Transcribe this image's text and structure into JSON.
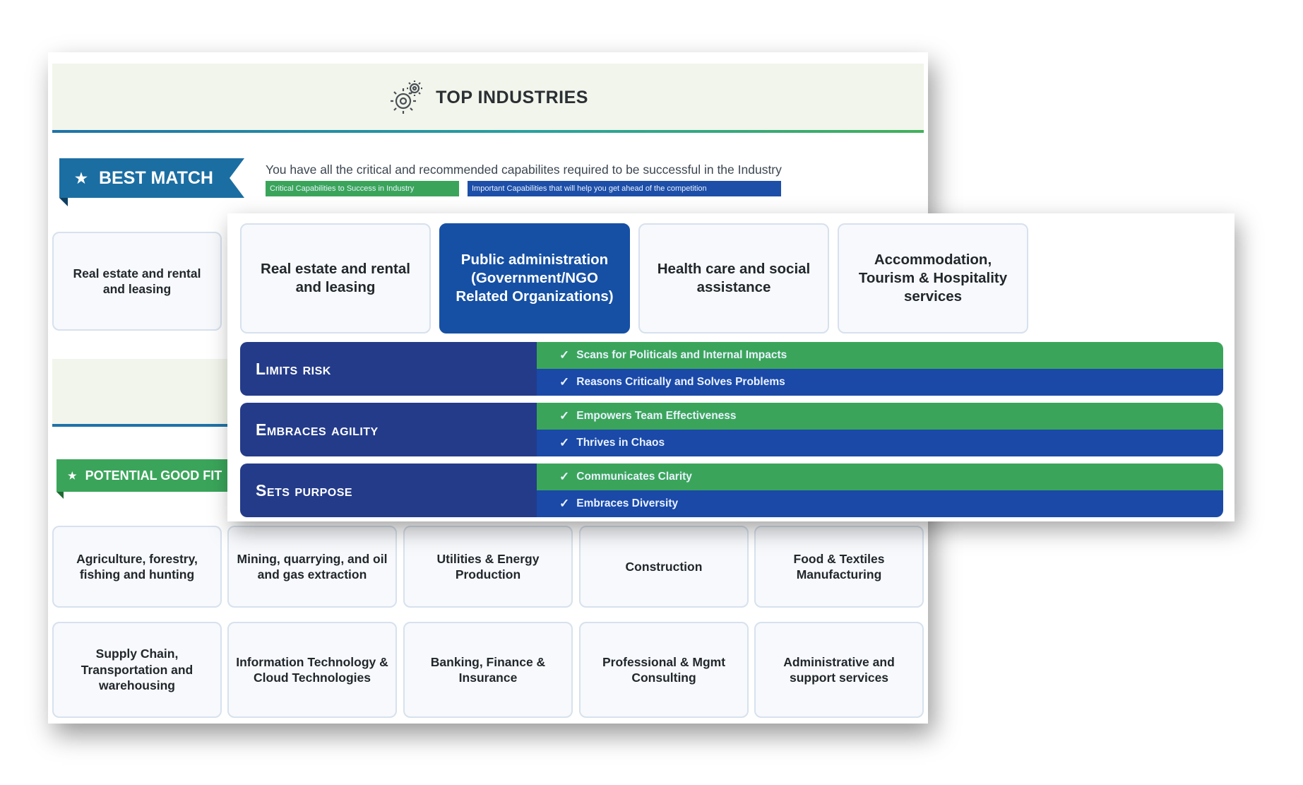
{
  "header": {
    "title": "TOP INDUSTRIES",
    "icon": "gear-icon"
  },
  "best_match": {
    "label": "BEST MATCH",
    "star": "★",
    "description": "You have all the critical and recommended capabilites required to be successful in the Industry",
    "legend_critical": "Critical Capabilities to Success in Industry",
    "legend_important": "Important Capabilities that will help you get ahead of the competition",
    "card": "Real estate and rental and leasing"
  },
  "potential": {
    "label": "POTENTIAL GOOD FIT",
    "star": "★",
    "row1": [
      "Agriculture, forestry, fishing and hunting",
      "Mining, quarrying, and oil and gas extraction",
      "Utilities & Energy Production",
      "Construction",
      "Food & Textiles Manufacturing"
    ],
    "row2": [
      "Supply Chain, Transportation and warehousing",
      "Information Technology & Cloud Technologies",
      "Banking, Finance & Insurance",
      "Professional & Mgmt Consulting",
      "Administrative and support services"
    ]
  },
  "front": {
    "cards": [
      "Real estate and rental and leasing",
      "Public administration (Government/NGO Related Organizations)",
      "Health care and social assistance",
      "Accommodation, Tourism & Hospitality services"
    ],
    "selected_index": 1,
    "capabilities": [
      {
        "label": "Limits risk",
        "critical": "Scans for Politicals and Internal Impacts",
        "important": "Reasons Critically and Solves Problems"
      },
      {
        "label": "Embraces agility",
        "critical": "Empowers Team Effectiveness",
        "important": "Thrives in Chaos"
      },
      {
        "label": "Sets purpose",
        "critical": "Communicates Clarity",
        "important": "Embraces Diversity"
      }
    ],
    "check": "✓"
  },
  "colors": {
    "primary_blue": "#1b6ea2",
    "selected_blue": "#1650a4",
    "navy": "#243b8a",
    "green": "#3aa55a"
  }
}
